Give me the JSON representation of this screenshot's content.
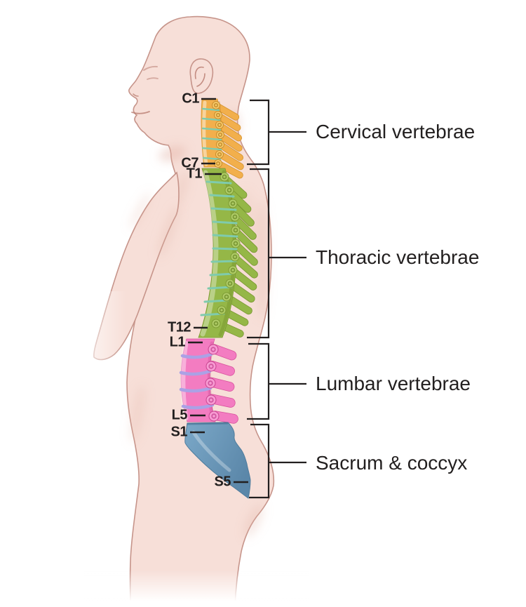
{
  "diagram": {
    "regions": [
      {
        "label": "Cervical vertebrae",
        "markers": [
          "C1",
          "C7"
        ],
        "color": "#F2AF4C",
        "disc_color": "#7FCBAD"
      },
      {
        "label": "Thoracic vertebrae",
        "markers": [
          "T1",
          "T12"
        ],
        "color": "#95B747",
        "disc_color": "#7FCBAD"
      },
      {
        "label": "Lumbar vertebrae",
        "markers": [
          "L1",
          "L5"
        ],
        "color": "#F37CC1",
        "disc_color": "#ABA1E5"
      },
      {
        "label": "Sacrum & coccyx",
        "markers": [
          "S1",
          "S5"
        ],
        "color": "#6F9EC1",
        "disc_color": null
      }
    ],
    "palette": {
      "background": "#FFFFFF",
      "skin": "#F7DFD8",
      "outline": "#C6948A",
      "line": "#221F1F"
    }
  }
}
